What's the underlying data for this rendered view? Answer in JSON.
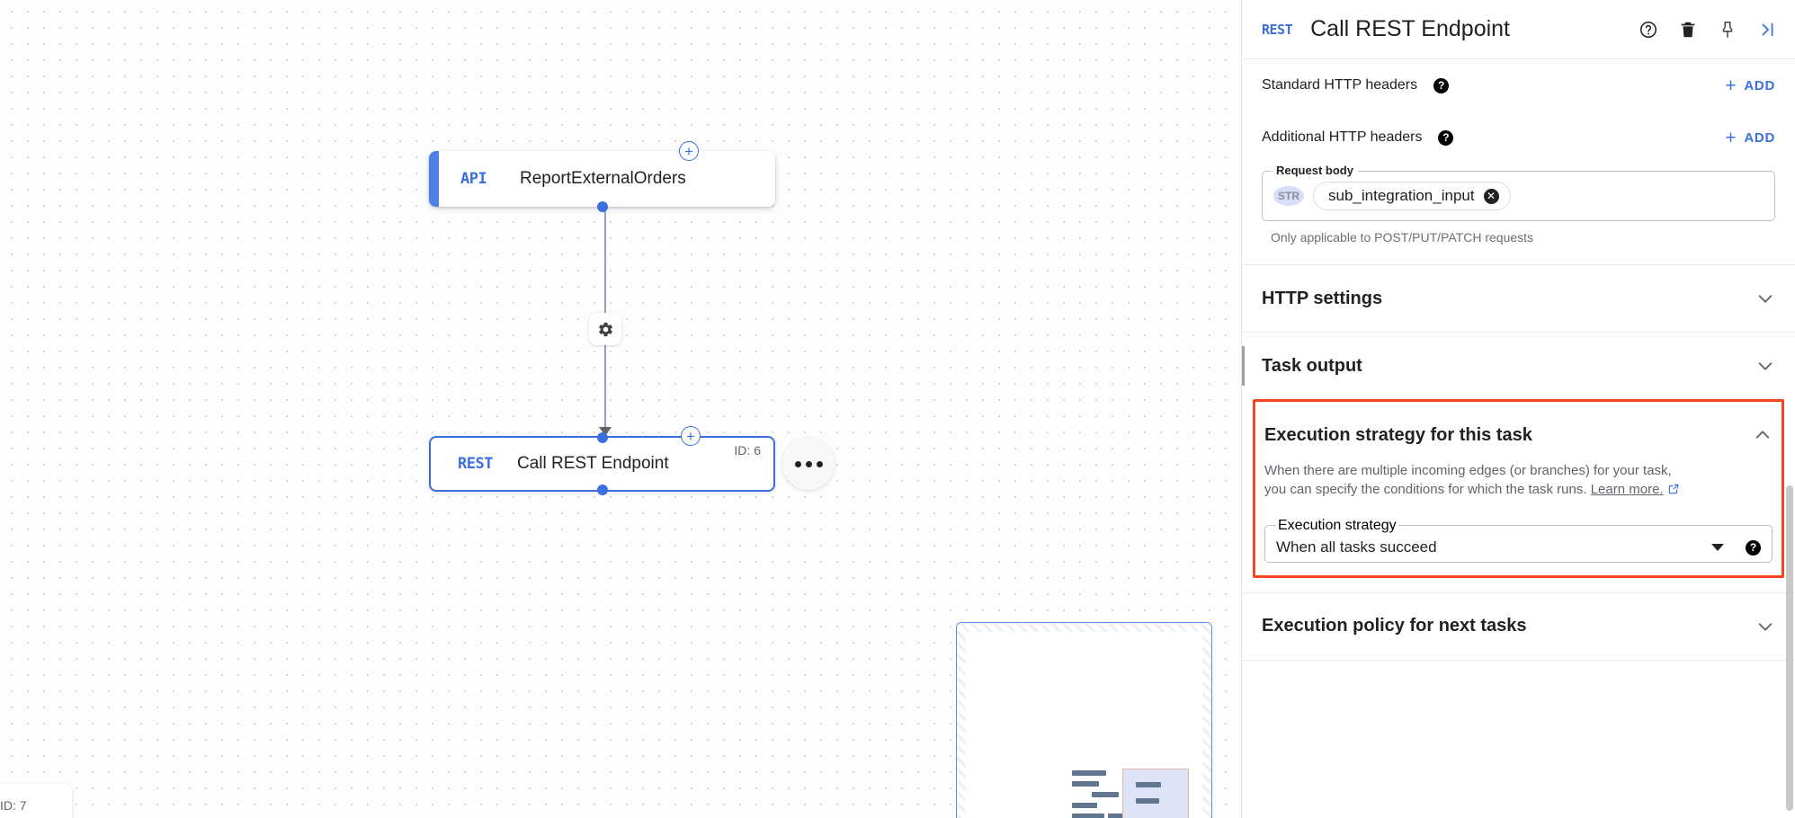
{
  "canvas": {
    "nodes": [
      {
        "type": "API",
        "label": "ReportExternalOrders",
        "id_label": ""
      },
      {
        "type": "REST",
        "label": "Call REST Endpoint",
        "id_label": "ID: 6"
      }
    ],
    "corner_id_label": "ID: 7",
    "icons": {
      "add_node": "plus-circle-icon",
      "edge_config": "gear-icon",
      "node_menu": "more-options-icon"
    }
  },
  "panel": {
    "header": {
      "type_badge": "REST",
      "title": "Call REST Endpoint",
      "icons": {
        "help": "help-circle-icon",
        "delete": "trash-icon",
        "pin": "pin-icon",
        "collapse": "collapse-panel-icon"
      }
    },
    "standard_headers": {
      "label": "Standard HTTP headers",
      "add_label": "ADD",
      "add_symbol": "+"
    },
    "additional_headers": {
      "label": "Additional HTTP headers",
      "add_label": "ADD",
      "add_symbol": "+"
    },
    "request_body": {
      "legend": "Request body",
      "type_badge": "STR",
      "value": "sub_integration_input",
      "clear_symbol": "✕",
      "hint": "Only applicable to POST/PUT/PATCH requests"
    },
    "sections": [
      {
        "title": "HTTP settings",
        "state": "collapsed",
        "chevron": "chevron-down-icon"
      },
      {
        "title": "Task output",
        "state": "collapsed",
        "chevron": "chevron-down-icon"
      },
      {
        "title": "Execution policy for next tasks",
        "state": "collapsed",
        "chevron": "chevron-down-icon"
      }
    ],
    "execution_strategy": {
      "title": "Execution strategy for this task",
      "state": "expanded",
      "chevron": "chevron-up-icon",
      "description_line1": "When there are multiple incoming edges (or branches) for your task,",
      "description_line2": "you can specify the conditions for which the task runs.",
      "learn_more": "Learn more.",
      "external_link_icon": "external-link-icon",
      "field_legend": "Execution strategy",
      "selected_value": "When all tasks succeed",
      "help_icon": "help-filled-icon",
      "highlight_color": "#f4461e"
    }
  },
  "colors": {
    "accent_blue": "#3b6fe0",
    "highlight_red": "#f4461e",
    "text_primary": "#202124",
    "text_secondary": "#5f6368"
  }
}
